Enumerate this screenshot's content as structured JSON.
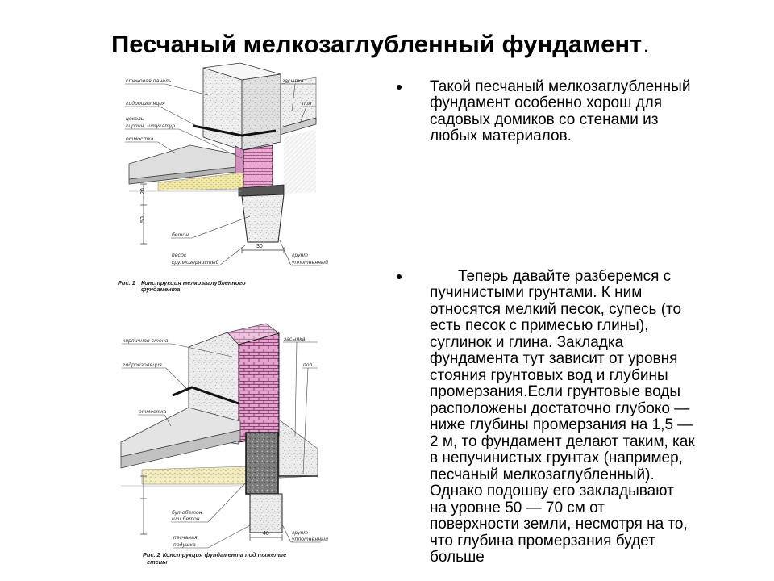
{
  "title": {
    "text": "Песчаный мелкозаглубленный фундамент",
    "period": "."
  },
  "bullets": [
    {
      "lines": [
        "Такой песчаный мелкозаглубленный",
        "фундамент особенно хорош для",
        "садовых домиков со стенами из",
        "любых материалов."
      ]
    },
    {
      "lines": [
        "Теперь давайте разберемся с",
        "пучинистыми грунтами. К ним",
        "относятся мелкий песок, супесь (то",
        "есть песок с примесью глины),",
        "суглинок и глина. Закладка",
        "фундамента тут зависит от уровня",
        "стояния грунтовых вод и глубины",
        "промерзания.Если грунтовые воды",
        "расположены достаточно глубоко —",
        "ниже глубины промерзания на 1,5 —",
        "2 м, то фундамент делают таким, как",
        "в непучинистых грунтах (например,",
        "песчаный мелкозаглубленный).",
        "Однако подошву его закладывают",
        "на уровне 50 — 70 см от",
        "поверхности земли, несмотря на то,",
        "что глубина промерзания будет",
        "больше"
      ]
    }
  ],
  "figures": [
    {
      "caption": {
        "prefix": "Рис. 1",
        "lines": [
          "Конструкция мелкозаглубленного",
          "фундамента"
        ]
      },
      "labels": {
        "wall_panel": "стеновая панель",
        "waterproofing": "гидроизоляция",
        "plinth": "цоколь",
        "plinth_material": "кирпич, штукатур.",
        "blind_area": "отмостка",
        "concrete": "бетон",
        "sand": "песок",
        "sand_coarse": "крупнозернистый",
        "backfill": "засыпка",
        "floor": "пол",
        "soil": "грунт",
        "soil_compacted": "уплотненный",
        "dim_20": "20",
        "dim_50": "50",
        "dim_30": "30"
      }
    },
    {
      "caption": {
        "prefix": "Рис. 2",
        "lines": [
          "Конструкция фундамента под тяжелые",
          "стены"
        ]
      },
      "labels": {
        "brick_wall": "кирпичная стена",
        "waterproofing": "гидроизоляция",
        "blind_area": "отмостка",
        "rubble_concrete": "бутобетон",
        "or_concrete": "или бетон",
        "sand_cushion_1": "песчаная",
        "sand_cushion_2": "подушка",
        "backfill": "засыпка",
        "floor": "пол",
        "soil": "грунт",
        "soil_compacted": "уплотненный",
        "dim_40": "40"
      }
    }
  ]
}
